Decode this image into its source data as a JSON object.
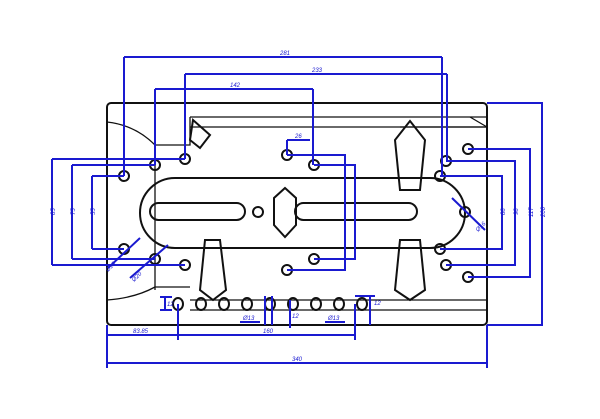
{
  "colors": {
    "dimension": "#1a1ad0",
    "outline": "#111111"
  },
  "dimensions": {
    "top_overall": "281",
    "top_middle": "233",
    "top_short": "142",
    "top_small": "26",
    "left_outer": "85",
    "left_middle": "75",
    "left_inner": "55",
    "diag_left_1": "Ø10",
    "diag_left_2": "Ø20",
    "right_1": "88",
    "right_2": "98",
    "right_3": "117",
    "right_overall": "206",
    "right_diag": "Ø16",
    "bottom_offset": "83.85",
    "bottom_pitch": "160",
    "bottom_overall": "340",
    "hole_small_1": "Ø13",
    "hole_small_2": "Ø13",
    "hole_h1": "12",
    "hole_h2": "12",
    "hole_h3": "12"
  }
}
